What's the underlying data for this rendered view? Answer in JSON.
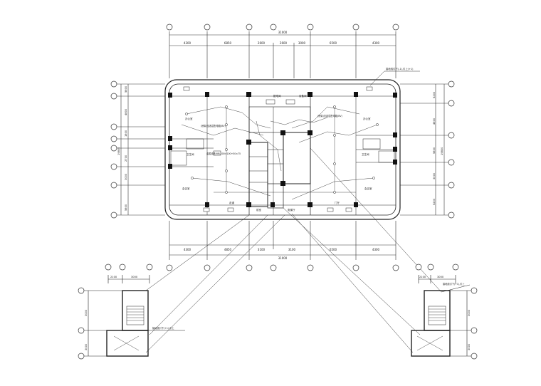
{
  "drawing": {
    "dims_top": [
      "4300",
      "6850",
      "2600",
      "2600",
      "3000",
      "6500",
      "4300"
    ],
    "dims_top_total": "31000",
    "dims_bottom": [
      "4300",
      "4850",
      "3100",
      "3100",
      "6500",
      "4300"
    ],
    "dims_bottom_total": "31000",
    "dims_left": [
      "5800",
      "4800",
      "1800",
      "2700",
      "3000",
      "5800"
    ],
    "dims_left_total": "19800",
    "dims_right": [
      "5200",
      "4800",
      "5800",
      "3000",
      "5200"
    ],
    "dims_right_total": "19800",
    "stair_left_top": [
      "2100",
      "3000"
    ],
    "stair_left_side": [
      "3000",
      "3000"
    ],
    "stair_right_top": [
      "2100",
      "3000"
    ],
    "stair_right_side": [
      "3000",
      "3000"
    ],
    "note_top_right": "接地线引下(-1),引上(+1)",
    "note_stair_left": "接地线引下(+1),引上",
    "note_stair_right": "接地线引下(+1),引上",
    "room_labels": [
      "办公室",
      "办公室",
      "会议室",
      "会议室",
      "配电间",
      "卫生间",
      "卫生间",
      "前室",
      "电梯厅",
      "设备间",
      "走道",
      "门厅"
    ],
    "cable_note_left": "(桥架)至各层配电箱(BV)",
    "cable_note_right": "(桥架)至各层配电箱(BV)",
    "bus_note": "金属线槽 MR-200×100+50×75"
  },
  "colors": {
    "line": "#222222",
    "paper": "#ffffff"
  }
}
